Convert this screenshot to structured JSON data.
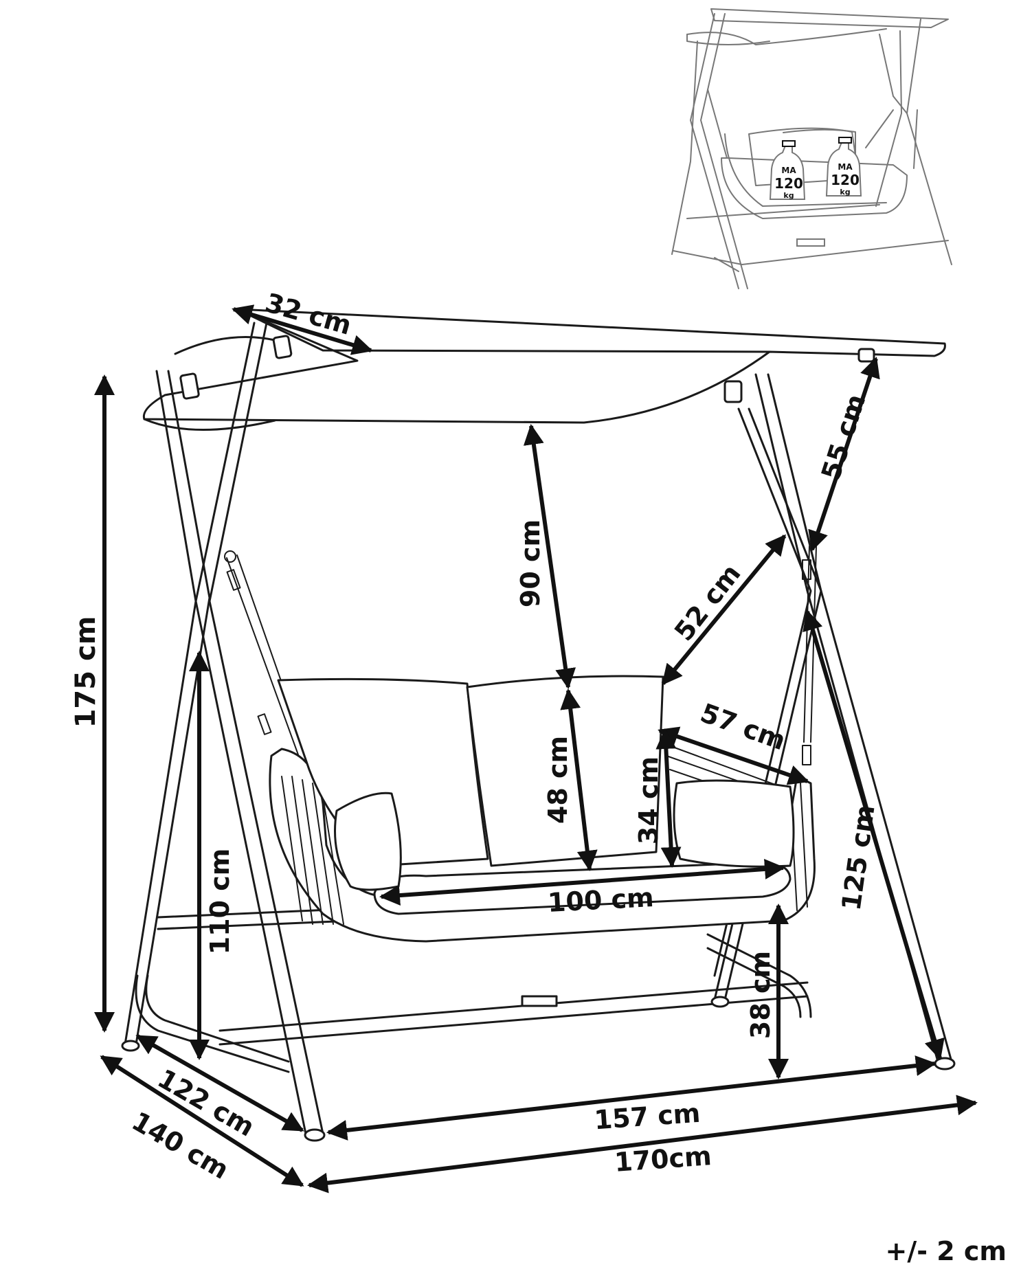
{
  "colors": {
    "ink": "#111111",
    "paper": "#ffffff",
    "ghost": "#777777"
  },
  "inset": {
    "weights": [
      {
        "line1": "MA",
        "line2": "120",
        "line3": "kg"
      },
      {
        "line1": "MA",
        "line2": "120",
        "line3": "kg"
      }
    ]
  },
  "dimensions": {
    "canopy_depth": "32 cm",
    "canopy_drop": "55 cm",
    "canopy_to_back": "90 cm",
    "seat_height_back": "48 cm",
    "chain_length": "52 cm",
    "seat_depth": "57 cm",
    "armrest_height": "34 cm",
    "seat_width": "100 cm",
    "total_height": "175 cm",
    "frame_side_height": "110 cm",
    "seat_ground_clearance": "38 cm",
    "frame_leg_length": "125 cm",
    "inner_depth": "122 cm",
    "outer_depth": "140 cm",
    "inner_width": "157 cm",
    "outer_width": "170cm"
  },
  "tolerance": "+/- 2 cm"
}
